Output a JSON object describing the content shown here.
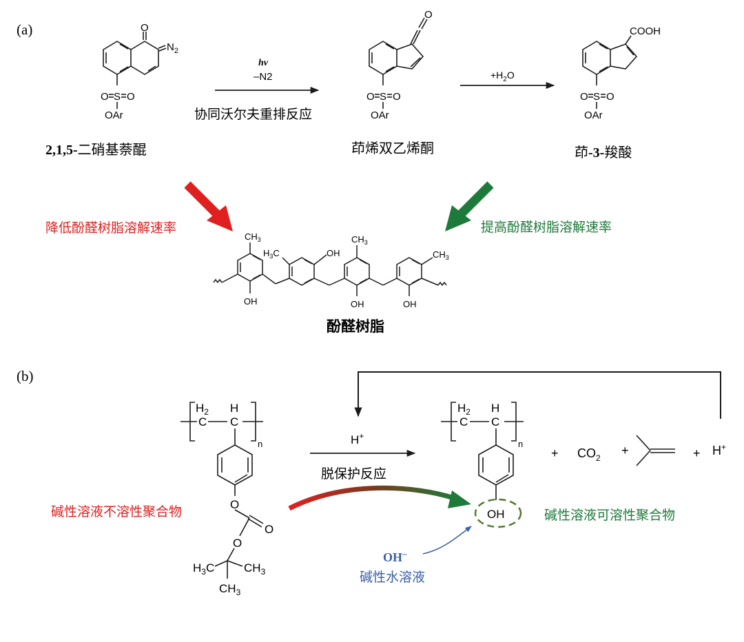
{
  "panel_a": {
    "label": "(a)",
    "dnq": {
      "name_bold": "2,1,5-",
      "name_rest": "二硝基萘醌",
      "o": "O",
      "n2": "N",
      "n2_sub": "2",
      "s": "S",
      "so_o": "O",
      "oar": "OAr"
    },
    "step1": {
      "hv": "hv",
      "loss": "–N2",
      "name": "协同沃尔夫重排反应"
    },
    "ketene": {
      "name": "茚烯双乙烯酮",
      "o": "O"
    },
    "step2": {
      "reagent_pre": "+H",
      "reagent_sub": "2",
      "reagent_post": "O"
    },
    "acid": {
      "name_pre": "茚",
      "name_bold": "-3-",
      "name_post": "羧酸",
      "cooh": "COOH"
    },
    "red_label": "降低酚醛树脂溶解速率",
    "green_label": "提高酚醛树脂溶解速率",
    "resin": {
      "name": "酚醛树脂",
      "ch3": "CH",
      "ch3_sub": "3",
      "h3c_pre": "H",
      "h3c_sub": "3",
      "h3c_post": "C",
      "oh": "OH"
    }
  },
  "panel_b": {
    "label": "(b)",
    "h2": "H",
    "h2_sub": "2",
    "c": "C",
    "h": "H",
    "n": "n",
    "o": "O",
    "h3c_pre": "H",
    "h3c_sub": "3",
    "h3c_post": "C",
    "ch3": "CH",
    "ch3_sub": "3",
    "acid": "H",
    "acid_sup": "+",
    "deprotection": "脱保护反应",
    "plus": "+",
    "co2": "CO",
    "co2_sub": "2",
    "oh": "OH",
    "left_label": "碱性溶液不溶性聚合物",
    "right_label": "碱性溶液可溶性聚合物",
    "hydroxide": "OH",
    "hydroxide_sup": "–",
    "aqueous": "碱性水溶液"
  },
  "colors": {
    "red": "#e02020",
    "green": "#1e7a3a",
    "blue": "#3a5fa8",
    "dark_green": "#2f6b1e"
  }
}
